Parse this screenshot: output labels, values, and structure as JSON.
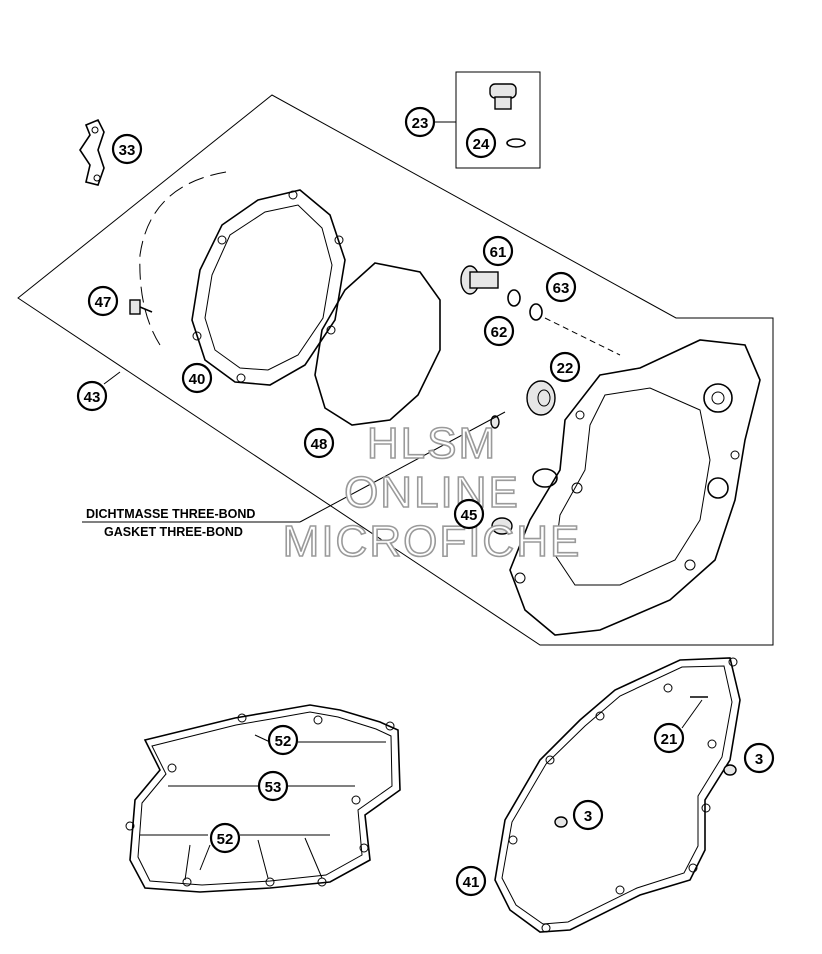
{
  "callouts": [
    "33",
    "23",
    "24",
    "47",
    "40",
    "43",
    "48",
    "61",
    "63",
    "62",
    "22",
    "45",
    "52",
    "53",
    "52",
    "21",
    "3",
    "3",
    "41"
  ],
  "note": {
    "line1": "DICHTMASSE THREE-BOND",
    "line2": "GASKET THREE-BOND"
  },
  "watermark": {
    "line1": "HLSM",
    "line2": "ONLINE",
    "line3": "MICROFICHE"
  }
}
